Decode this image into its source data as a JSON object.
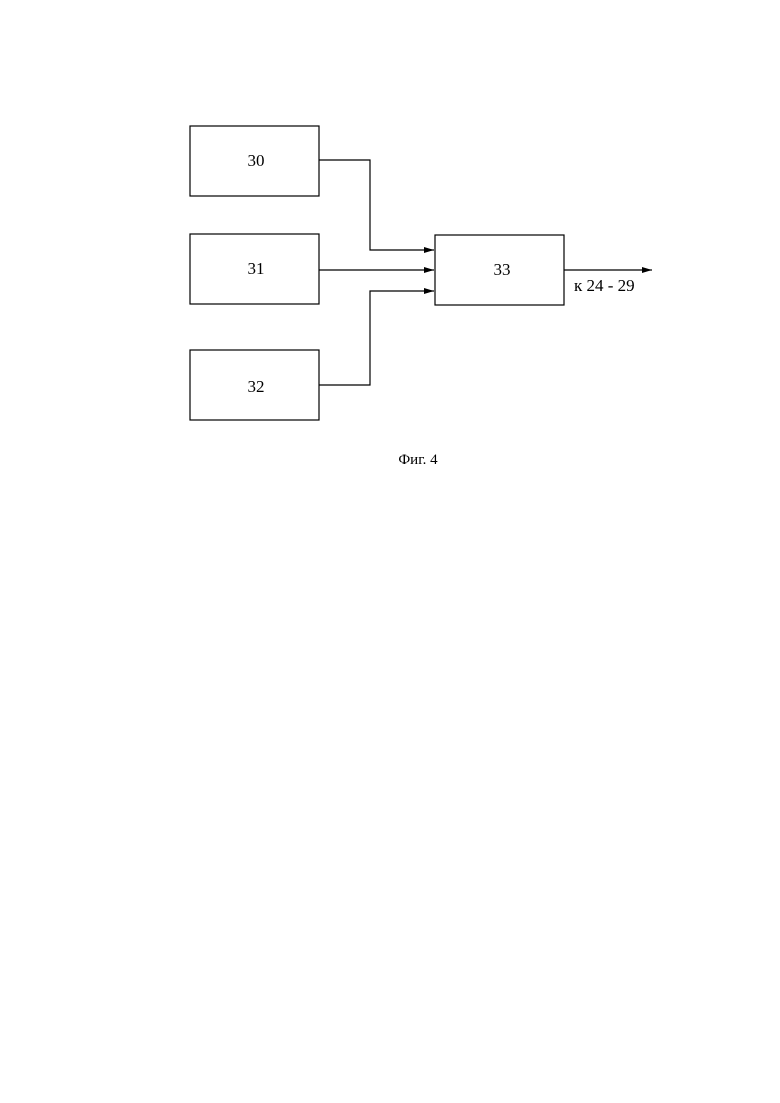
{
  "diagram": {
    "blocks": {
      "b30": "30",
      "b31": "31",
      "b32": "32",
      "b33": "33"
    },
    "output_label": "к 24 - 29"
  },
  "caption": "Фиг. 4"
}
